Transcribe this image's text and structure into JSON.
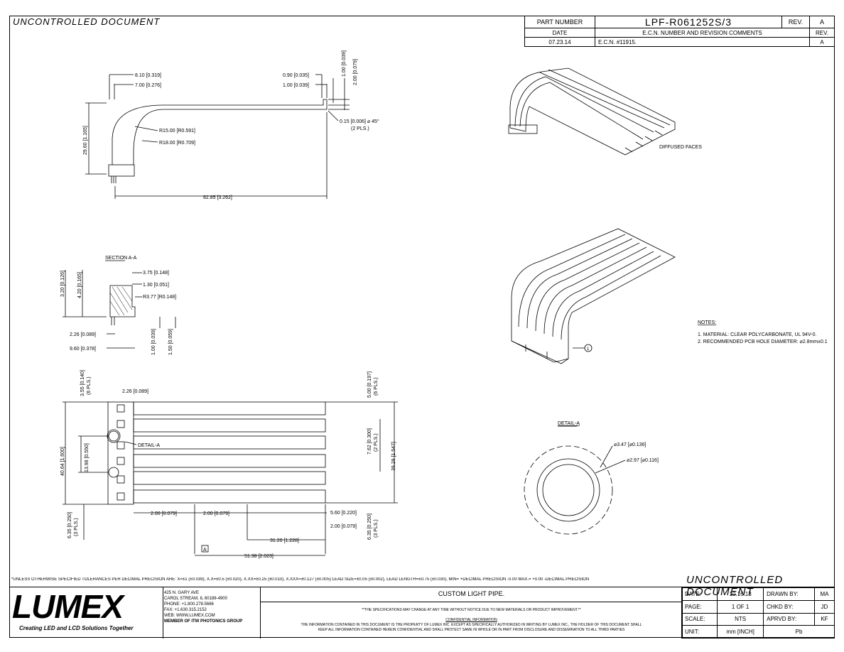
{
  "header": {
    "uncontrolled_top": "UNCONTROLLED DOCUMENT",
    "uncontrolled_bottom": "UNCONTROLLED DOCUMENT"
  },
  "revision_block": {
    "part_number_label": "PART NUMBER",
    "part_number": "LPF-R061252S/3",
    "rev_label": "REV.",
    "rev": "A",
    "date_label": "DATE",
    "ecn_label": "E.C.N. NUMBER AND REVISION COMMENTS",
    "rev_label2": "REV.",
    "date": "07.23.14",
    "ecn": "E.C.N. #11915.",
    "rev2": "A"
  },
  "side_view": {
    "dim_810": "8.10 [0.319]",
    "dim_700": "7.00 [0.276]",
    "dim_090": "0.90 [0.035]",
    "dim_100a": "1.00 [0.039]",
    "dim_100v": "1.00 [0.039]",
    "dim_200v": "2.00 [0.079]",
    "dim_015": "0.15 [0.006] ⌀ 45°",
    "dim_015b": "(2 PLS.)",
    "r15": "R15.00 [R0.591]",
    "r18": "R18.00 [R0.709]",
    "dim_2960": "29.60 [1.165]",
    "dim_8285": "82.85 [3.262]"
  },
  "section": {
    "title": "SECTION A-A",
    "d375": "3.75 [0.148]",
    "d130": "1.30 [0.051]",
    "r377": "R3.77 [R0.148]",
    "d320": "3.20 [0.126]",
    "d420": "4.20 [0.165]",
    "d226": "2.26 [0.089]",
    "d960": "9.60 [0.378]",
    "d100": "1.00 [0.039]",
    "d150": "1.50 [0.059]"
  },
  "top_view": {
    "d355": "3.55 [0.140]",
    "d355b": "(6 PLS.)",
    "d226": "2.26 [0.089]",
    "detail_a": "DETAIL-A",
    "d4064": "40.64 [1.600]",
    "d1398": "13.98 [0.550]",
    "d635l": "6.35 [0.250]",
    "d635lb": "(3 PLS.)",
    "d200a": "2.00 [0.079]",
    "d200b": "2.00 [0.079]",
    "d500": "5.00 [0.197]",
    "d500b": "(6 PLS.)",
    "d762": "7.62 [0.300]",
    "d762b": "(2 PLS.)",
    "d3929": "39.29 [1.547]",
    "d560": "5.60 [0.220]",
    "d200c": "2.00 [0.079]",
    "d635r": "6.35 [0.250]",
    "d635rb": "(3 PLS.)",
    "d3120": "31.20 [1.228]",
    "d5138": "51.38 [2.023]",
    "datum": "A"
  },
  "iso": {
    "diffused": "DIFFUSED FACES",
    "balloon": "1"
  },
  "notes": {
    "title": "NOTES:",
    "n1": "1. MATERIAL: CLEAR POLYCARBONATE, UL 94V-0.",
    "n2": "2. RECOMMENDED PCB HOLE DIAMETER: ⌀2.8mm±0.1"
  },
  "detail": {
    "title": "DETAIL-A",
    "d347": "⌀3.47 [⌀0.136]",
    "d297": "⌀2.97 [⌀0.116]"
  },
  "tolerance": "*UNLESS OTHERWISE SPECIFIED TOLERANCES PER DECIMAL PRECISION ARE: X=±1 (±0.039), X.X=±0.5 (±0.020), X.XX=±0.25 (±0.010), X.XXX=±0.127 (±0.005)   LEAD SIZE=±0.05 (±0.002), LEAD LENGTH=±0.75 (±0.030), MIN= +DECIMAL PRECISION -0.00   MAX.= +0.00 -DECIMAL PRECISION",
  "company": {
    "logo": "LUMEX",
    "tagline": "Creating LED and LCD Solutions Together",
    "addr1": "425 N. GARY AVE",
    "addr2": "CAROL STREAM, IL 60188-4900",
    "phone": "PHONE: +1.800.278.5666",
    "fax": "FAX: +1.630.315.2152",
    "web": "WEB: WWW.LUMEX.COM",
    "member": "MEMBER OF ITW PHOTONICS GROUP"
  },
  "title_block": {
    "title": "CUSTOM LIGHT PIPE.",
    "spec_notice": "**THE SPECIFICATIONS MAY CHANGE AT ANY TIME WITHOUT NOTICE DUE TO NEW MATERIALS OR PRODUCT IMPROVEMENT.**",
    "conf_title": "CONFIDENTIAL INFORMATION",
    "conf1": "THE INFORMATION CONTAINED IN THIS DOCUMENT IS THE PROPERTY OF LUMEX INC. EXCEPT AS SPECIFICALLY AUTHORIZED IN WRITING BY LUMEX INC., THE HOLDER OF THIS DOCUMENT SHALL",
    "conf2": "KEEP ALL INFORMATION CONTAINED HEREIN CONFIDENTIAL AND SHALL PROTECT SAME IN WHOLE OR IN PART FROM DISCLOSURE AND DISSEMINATION TO ALL THIRD PARTIES",
    "date_label": "DATE:",
    "date": "10.16.13",
    "drawn_label": "DRAWN BY:",
    "drawn": "MA",
    "page_label": "PAGE:",
    "page": "1  OF  1",
    "chkd_label": "CHKD BY:",
    "chkd": "JD",
    "scale_label": "SCALE:",
    "scale": "NTS",
    "aprvd_label": "APRVD BY:",
    "aprvd": "KF",
    "unit_label": "UNIT:",
    "unit": "mm  [INCH]",
    "pb": "Pb"
  }
}
